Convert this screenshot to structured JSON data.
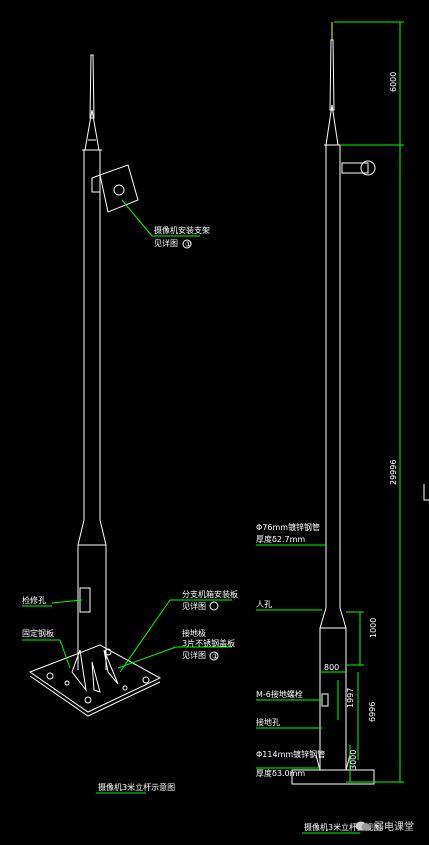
{
  "left_view": {
    "camera_bracket_label": "摄像机安装支架",
    "camera_bracket_sub": "见详图",
    "camera_bracket_symbol": "①",
    "inspection_hole_label": "检修孔",
    "foundation_plate_label": "固定钢板",
    "box_bracket_label": "分支机箱安装板",
    "box_bracket_sub": "见详图",
    "ground_label": "接地极",
    "ground_sub": "3片不锈钢盖板",
    "ground_sub2": "见详图",
    "ground_symbol": "①",
    "title": "摄像机3米立杆示意图"
  },
  "right_view": {
    "upper_tube_label": "Φ76mm镀锌钢管",
    "upper_tube_thickness": "厚度δ2.7mm",
    "inspection_label": "人孔",
    "bolt_label": "M-6接地螺栓",
    "ground_label": "接地孔",
    "lower_tube_label": "Φ114mm镀锌钢管",
    "lower_tube_thickness": "厚度δ3.0mm",
    "dims": {
      "top": "6000",
      "main": "29996",
      "seg1000": "1000",
      "seg800": "800",
      "seg1997": "1997",
      "seg6996": "6996",
      "seg3000": "3000"
    },
    "title": "摄像机3米立杆正视图"
  },
  "watermark": {
    "text": "弱电课堂"
  },
  "colors": {
    "line": "#ffffff",
    "leader": "#00ff00",
    "dim": "#00ff00",
    "text": "#ffffff",
    "accent_yellow": "#ffff00",
    "background": "#000000"
  }
}
